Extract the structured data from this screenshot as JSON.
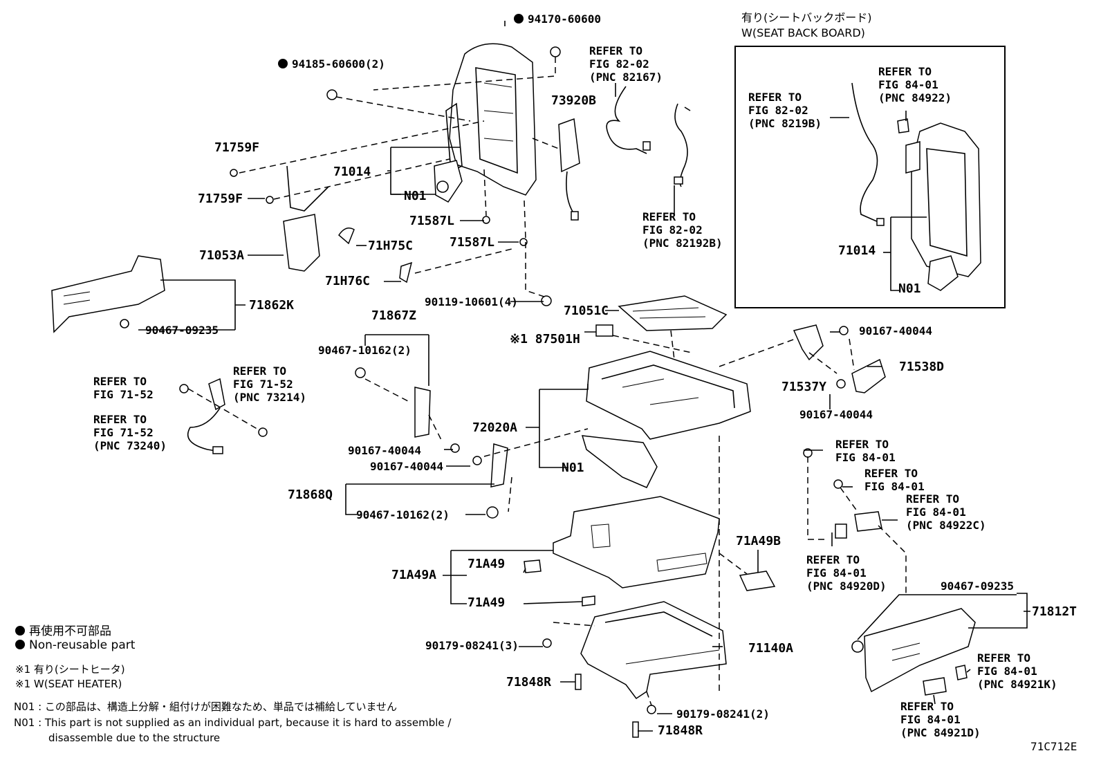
{
  "inset": {
    "title_jp": "有り(シートバックボード)",
    "title_en": "W(SEAT BACK BOARD)",
    "labels": {
      "refer_82_02_8219b": "REFER TO\nFIG 82-02\n(PNC 8219B)",
      "refer_84_01_84922": "REFER TO\nFIG 84-01\n(PNC 84922)",
      "part_71014": "71014",
      "part_n01": "N01"
    }
  },
  "callouts": {
    "p94170": "94170-60600",
    "p94185": "94185-60600(2)",
    "refer_82167": "REFER TO\nFIG 82-02\n(PNC 82167)",
    "p73920b": "73920B",
    "p71759f_a": "71759F",
    "p71759f_b": "71759F",
    "p71014": "71014",
    "n01_top": "N01",
    "p71587l_a": "71587L",
    "p71587l_b": "71587L",
    "refer_82192b": "REFER TO\nFIG 82-02\n(PNC 82192B)",
    "p71h75c": "71H75C",
    "p71053a": "71053A",
    "p71h76c": "71H76C",
    "p71862k": "71862K",
    "p90467_09235_left": "90467-09235",
    "p90119": "90119-10601(4)",
    "p71051c": "71051C",
    "p71867z": "71867Z",
    "p87501h": "87501H",
    "p87501h_mark": "※1",
    "p90167_40044_r1": "90167-40044",
    "p71538d": "71538D",
    "p71537y": "71537Y",
    "p90167_40044_r2": "90167-40044",
    "p90467_10162_a": "90467-10162(2)",
    "refer_71_52_a": "REFER TO\nFIG 71-52",
    "refer_73214": "REFER TO\nFIG 71-52\n(PNC 73214)",
    "refer_73240": "REFER TO\nFIG 71-52\n(PNC 73240)",
    "p72020a": "72020A",
    "p90167_40044_m1": "90167-40044",
    "p90167_40044_m2": "90167-40044",
    "n01_mid": "N01",
    "p71868q": "71868Q",
    "p90467_10162_b": "90467-10162(2)",
    "refer_84_01_a": "REFER TO\nFIG 84-01",
    "refer_84_01_b": "REFER TO\nFIG 84-01",
    "refer_84922c": "REFER TO\nFIG 84-01\n(PNC 84922C)",
    "refer_84920d": "REFER TO\nFIG 84-01\n(PNC 84920D)",
    "p71a49b": "71A49B",
    "p71a49a": "71A49A",
    "p71a49_a": "71A49",
    "p71a49_b": "71A49",
    "p90467_09235_right": "90467-09235",
    "p71812t": "71812T",
    "p90179_3": "90179-08241(3)",
    "p71140a": "71140A",
    "p71848r_a": "71848R",
    "p71848r_b": "71848R",
    "p90179_2": "90179-08241(2)",
    "refer_84921k": "REFER TO\nFIG 84-01\n(PNC 84921K)",
    "refer_84921d": "REFER TO\nFIG 84-01\n(PNC 84921D)"
  },
  "legend": {
    "nonreuse_jp": "再使用不可部品",
    "nonreuse_en": "Non-reusable part",
    "heater_jp": "※1 有り(シートヒータ)",
    "heater_en": "※1 W(SEAT HEATER)",
    "n01_jp": "N01 : この部品は、構造上分解・組付けが困難なため、単品では補給していません",
    "n01_en_1": "N01 : This part is not supplied as an individual part, because it is hard to assemble /",
    "n01_en_2": "disassemble due to the structure"
  },
  "figure_id": "71C712E"
}
